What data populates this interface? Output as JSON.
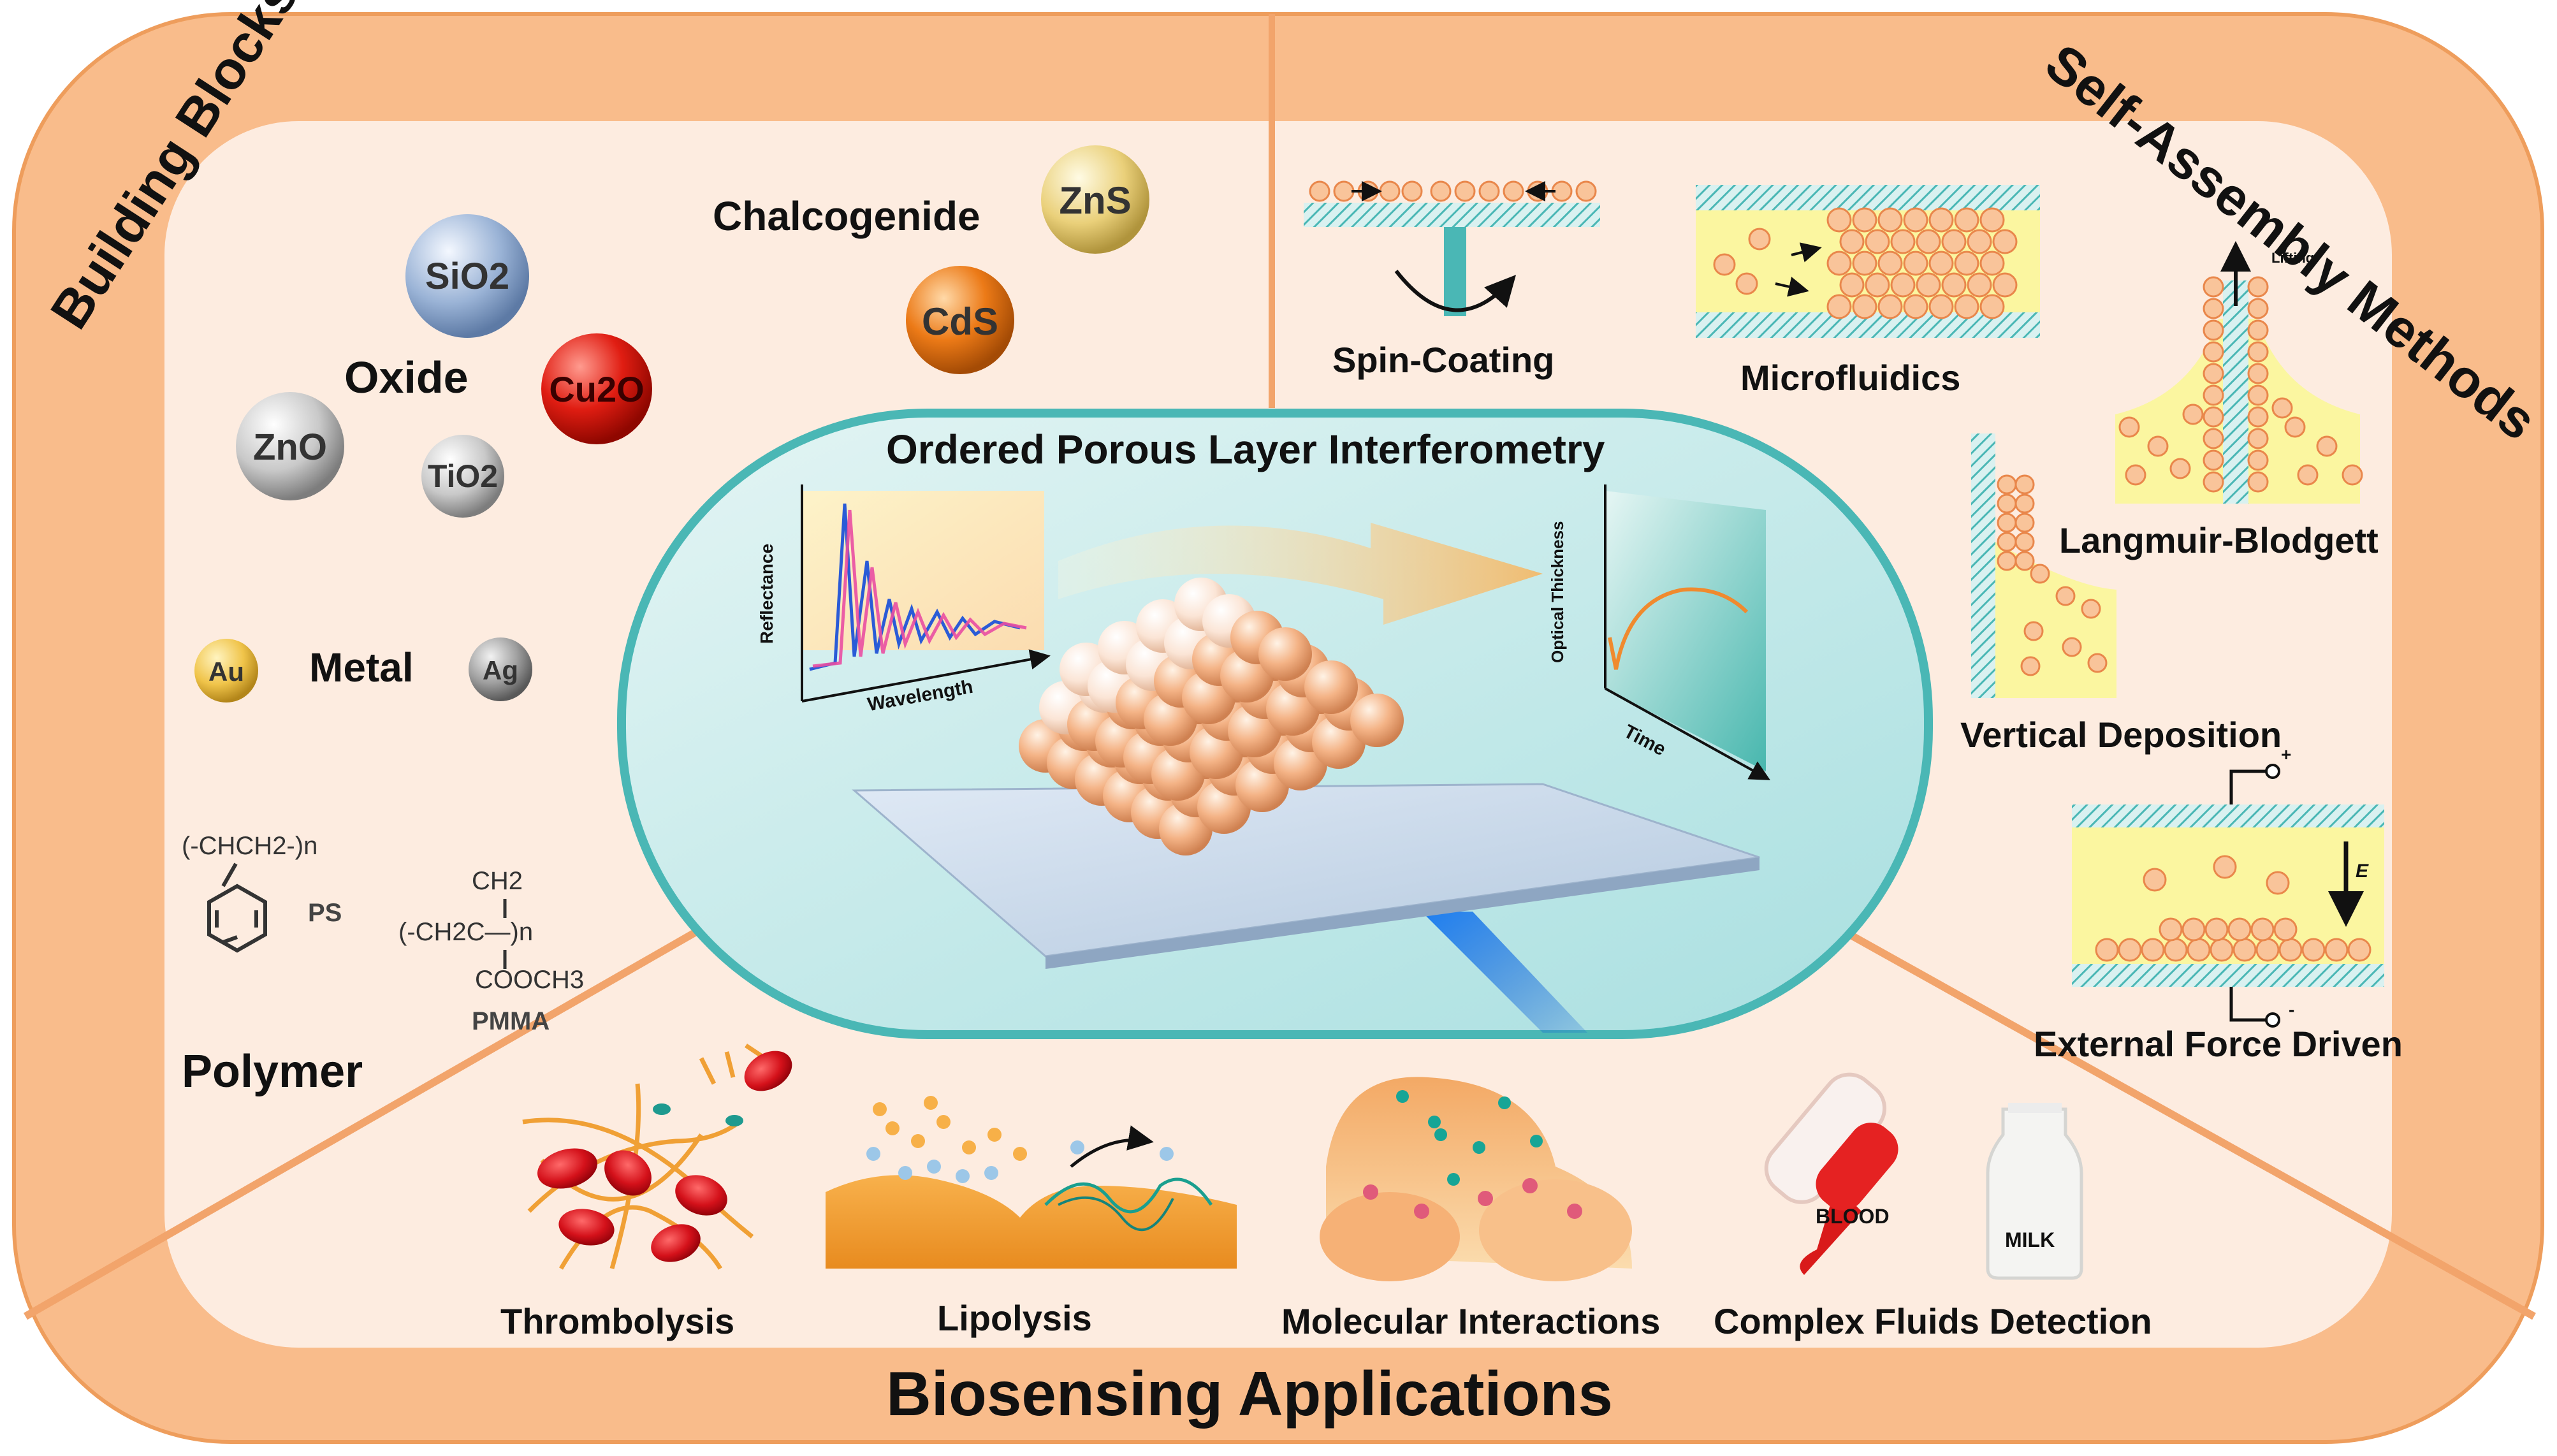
{
  "sections": {
    "building_blocks": "Building Blocks",
    "self_assembly": "Self-Assembly Methods",
    "biosensing": "Biosensing Applications",
    "center": "Ordered Porous Layer Interferometry"
  },
  "building_blocks": {
    "oxide": {
      "label": "Oxide",
      "items": [
        "SiO2",
        "Cu2O",
        "ZnO",
        "TiO2"
      ]
    },
    "chalcogenide": {
      "label": "Chalcogenide",
      "items": [
        "ZnS",
        "CdS"
      ]
    },
    "metal": {
      "label": "Metal",
      "items": [
        "Au",
        "Ag"
      ]
    },
    "polymer": {
      "label": "Polymer",
      "ps": {
        "formula": "(-CHCH2-)n",
        "name": "PS"
      },
      "pmma": {
        "ch2": "CH2",
        "chain": "(-CH2C—)n",
        "ester": "COOCH3",
        "name": "PMMA"
      }
    }
  },
  "self_assembly": {
    "spin_coating": "Spin-Coating",
    "microfluidics": "Microfluidics",
    "langmuir_blodgett": "Langmuir-Blodgett",
    "lifting": "Lifting",
    "vertical_deposition": "Vertical Deposition",
    "external_force": "External Force Driven",
    "field": "E",
    "plus": "+",
    "minus": "-"
  },
  "center_plots": {
    "reflectance": {
      "ylabel": "Reflectance",
      "xlabel": "Wavelength"
    },
    "thickness": {
      "ylabel": "Optical Thickness",
      "xlabel": "Time"
    }
  },
  "applications": {
    "thrombolysis": "Thrombolysis",
    "lipolysis": "Lipolysis",
    "molecular": "Molecular Interactions",
    "complex_fluids": "Complex Fluids Detection",
    "blood": "BLOOD",
    "milk": "MILK"
  },
  "colors": {
    "outer_band": "#f9bc8b",
    "inner_panel": "#fdece0",
    "center_fill": "#c9ecec",
    "center_border": "#4ab7b5",
    "hatch": "#5bbcbc",
    "yellow_fill": "#fbf6a0",
    "particle": "#f7a977"
  }
}
